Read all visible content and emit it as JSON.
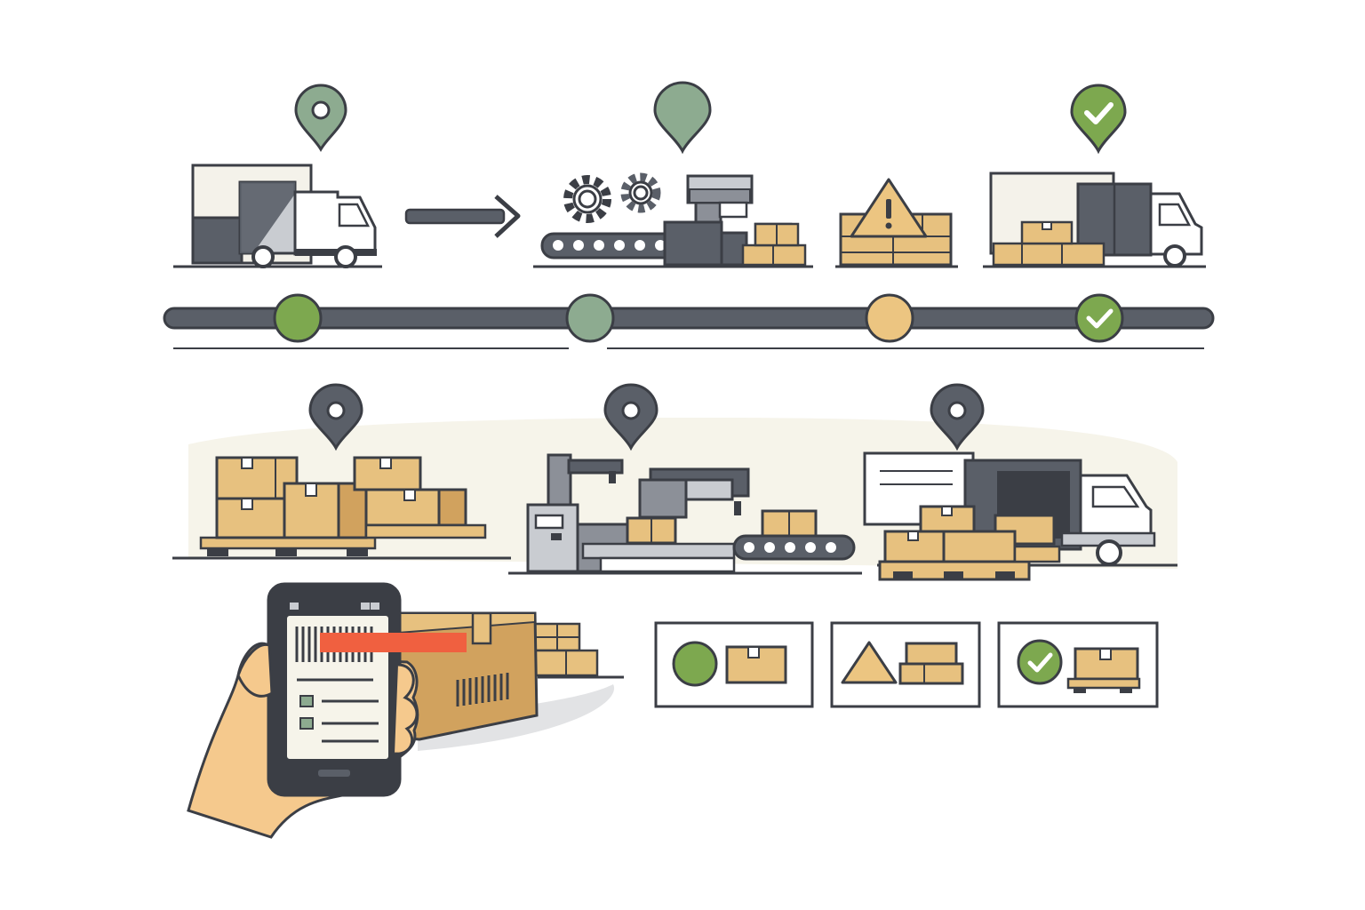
{
  "colors": {
    "outline": "#3b3e45",
    "dark": "#5a5f68",
    "mid": "#8c9098",
    "light_gray": "#c9ccd1",
    "box": "#e7c17f",
    "box_shade": "#d1a25e",
    "green": "#7da84f",
    "sage": "#8dab90",
    "amber": "#ecc581",
    "cream": "#f6f4ea",
    "white": "#ffffff",
    "scan": "#f06040",
    "skin": "#f5c98d"
  },
  "icons": {
    "pin_origin": "map-pin-icon",
    "pin_processing": "map-pin-icon",
    "pin_delivered": "map-pin-check-icon",
    "gear": "gear-icon",
    "warning": "warning-triangle-icon",
    "check": "check-icon",
    "phone": "smartphone-scanner-icon",
    "truck": "delivery-truck-icon",
    "box": "package-box-icon"
  },
  "timeline": {
    "nodes": [
      {
        "status": "complete",
        "color": "green"
      },
      {
        "status": "in-transit",
        "color": "sage"
      },
      {
        "status": "pending",
        "color": "amber"
      },
      {
        "status": "delivered",
        "color": "check"
      }
    ]
  },
  "status_cards": [
    {
      "indicator": "circle",
      "color": "green"
    },
    {
      "indicator": "triangle",
      "color": "amber"
    },
    {
      "indicator": "check",
      "color": "green"
    }
  ]
}
